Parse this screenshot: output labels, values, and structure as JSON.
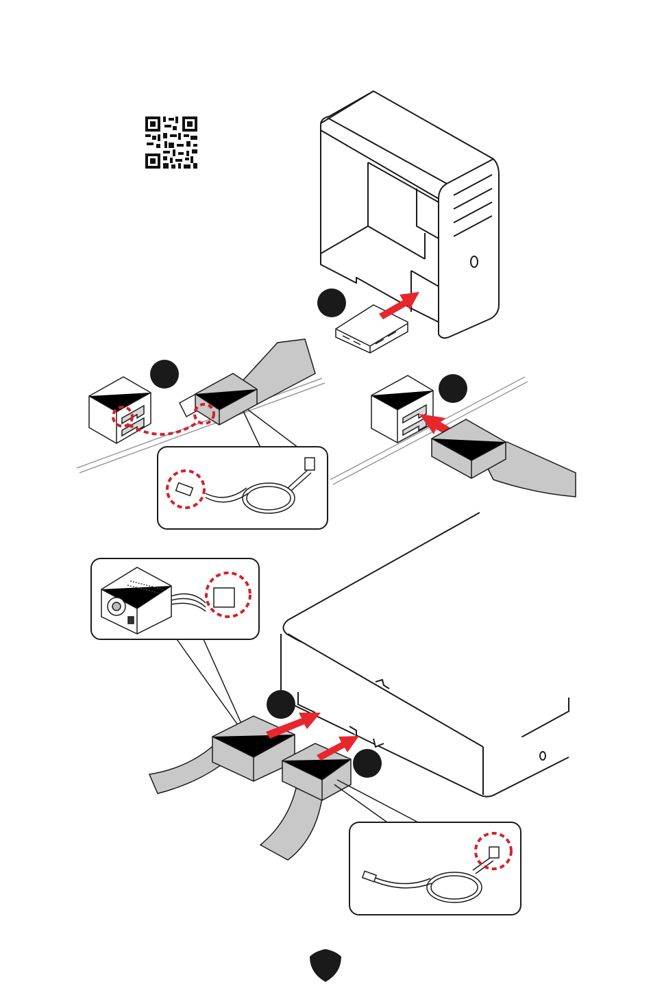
{
  "diagram": {
    "qr_code": {
      "icon": "qr-code",
      "interactable": false
    },
    "steps": [
      {
        "id": "step-1",
        "label": ""
      },
      {
        "id": "step-2",
        "label": ""
      },
      {
        "id": "step-3",
        "label": ""
      },
      {
        "id": "step-4",
        "label": ""
      },
      {
        "id": "step-5",
        "label": ""
      }
    ],
    "colors": {
      "arrow": "#e8262d",
      "highlight_dash": "#d4202a",
      "outline": "#1a1a1a",
      "cable_gray": "#c8c8c8",
      "step_badge": "#1a1a1a",
      "brand_shield": "#1a1a1a"
    },
    "icons": {
      "pc_case": "pc-tower-case",
      "hdd": "hard-drive",
      "sata_port": "sata-port",
      "sata_cable": "sata-data-cable",
      "psu": "power-supply",
      "power_cable": "sata-power-cable",
      "brand": "shield-logo"
    }
  }
}
